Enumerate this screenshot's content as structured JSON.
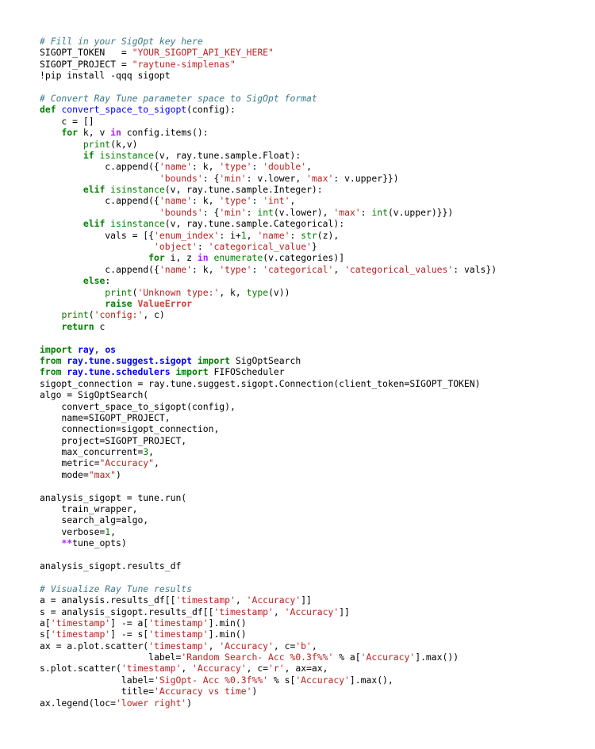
{
  "code": {
    "lines": [
      [
        [
          "comment",
          "# Fill in your SigOpt key here"
        ]
      ],
      [
        [
          "plain",
          "SIGOPT_TOKEN   = "
        ],
        [
          "str",
          "\"YOUR_SIGOPT_API_KEY_HERE\""
        ]
      ],
      [
        [
          "plain",
          "SIGOPT_PROJECT = "
        ],
        [
          "str",
          "\"raytune-simplenas\""
        ]
      ],
      [
        [
          "plain",
          "!pip install -qqq sigopt"
        ]
      ],
      [],
      [
        [
          "comment",
          "# Convert Ray Tune parameter space to SigOpt format"
        ]
      ],
      [
        [
          "kw",
          "def "
        ],
        [
          "fn",
          "convert_space_to_sigopt"
        ],
        [
          "plain",
          "(config):"
        ]
      ],
      [
        [
          "plain",
          "    c = []"
        ]
      ],
      [
        [
          "plain",
          "    "
        ],
        [
          "kw",
          "for"
        ],
        [
          "plain",
          " k, v "
        ],
        [
          "op",
          "in"
        ],
        [
          "plain",
          " config.items():"
        ]
      ],
      [
        [
          "plain",
          "        "
        ],
        [
          "builtin",
          "print"
        ],
        [
          "plain",
          "(k,v)"
        ]
      ],
      [
        [
          "plain",
          "        "
        ],
        [
          "kw",
          "if"
        ],
        [
          "plain",
          " "
        ],
        [
          "builtin",
          "isinstance"
        ],
        [
          "plain",
          "(v, ray.tune.sample.Float):"
        ]
      ],
      [
        [
          "plain",
          "            c.append({"
        ],
        [
          "str",
          "'name'"
        ],
        [
          "plain",
          ": k, "
        ],
        [
          "str",
          "'type'"
        ],
        [
          "plain",
          ": "
        ],
        [
          "str",
          "'double'"
        ],
        [
          "plain",
          ","
        ]
      ],
      [
        [
          "plain",
          "                      "
        ],
        [
          "str",
          "'bounds'"
        ],
        [
          "plain",
          ": {"
        ],
        [
          "str",
          "'min'"
        ],
        [
          "plain",
          ": v.lower, "
        ],
        [
          "str",
          "'max'"
        ],
        [
          "plain",
          ": v.upper}})"
        ]
      ],
      [
        [
          "plain",
          "        "
        ],
        [
          "kw",
          "elif"
        ],
        [
          "plain",
          " "
        ],
        [
          "builtin",
          "isinstance"
        ],
        [
          "plain",
          "(v, ray.tune.sample.Integer):"
        ]
      ],
      [
        [
          "plain",
          "            c.append({"
        ],
        [
          "str",
          "'name'"
        ],
        [
          "plain",
          ": k, "
        ],
        [
          "str",
          "'type'"
        ],
        [
          "plain",
          ": "
        ],
        [
          "str",
          "'int'"
        ],
        [
          "plain",
          ","
        ]
      ],
      [
        [
          "plain",
          "                      "
        ],
        [
          "str",
          "'bounds'"
        ],
        [
          "plain",
          ": {"
        ],
        [
          "str",
          "'min'"
        ],
        [
          "plain",
          ": "
        ],
        [
          "builtin",
          "int"
        ],
        [
          "plain",
          "(v.lower), "
        ],
        [
          "str",
          "'max'"
        ],
        [
          "plain",
          ": "
        ],
        [
          "builtin",
          "int"
        ],
        [
          "plain",
          "(v.upper)}})"
        ]
      ],
      [
        [
          "plain",
          "        "
        ],
        [
          "kw",
          "elif"
        ],
        [
          "plain",
          " "
        ],
        [
          "builtin",
          "isinstance"
        ],
        [
          "plain",
          "(v, ray.tune.sample.Categorical):"
        ]
      ],
      [
        [
          "plain",
          "            vals = [{"
        ],
        [
          "str",
          "'enum_index'"
        ],
        [
          "plain",
          ": i+"
        ],
        [
          "num",
          "1"
        ],
        [
          "plain",
          ", "
        ],
        [
          "str",
          "'name'"
        ],
        [
          "plain",
          ": "
        ],
        [
          "builtin",
          "str"
        ],
        [
          "plain",
          "(z),"
        ]
      ],
      [
        [
          "plain",
          "                     "
        ],
        [
          "str",
          "'object'"
        ],
        [
          "plain",
          ": "
        ],
        [
          "str",
          "'categorical_value'"
        ],
        [
          "plain",
          "}"
        ]
      ],
      [
        [
          "plain",
          "                    "
        ],
        [
          "kw",
          "for"
        ],
        [
          "plain",
          " i, z "
        ],
        [
          "op",
          "in"
        ],
        [
          "plain",
          " "
        ],
        [
          "builtin",
          "enumerate"
        ],
        [
          "plain",
          "(v.categories)]"
        ]
      ],
      [
        [
          "plain",
          "            c.append({"
        ],
        [
          "str",
          "'name'"
        ],
        [
          "plain",
          ": k, "
        ],
        [
          "str",
          "'type'"
        ],
        [
          "plain",
          ": "
        ],
        [
          "str",
          "'categorical'"
        ],
        [
          "plain",
          ", "
        ],
        [
          "str",
          "'categorical_values'"
        ],
        [
          "plain",
          ": vals})"
        ]
      ],
      [
        [
          "plain",
          "        "
        ],
        [
          "kw",
          "else"
        ],
        [
          "plain",
          ":"
        ]
      ],
      [
        [
          "plain",
          "            "
        ],
        [
          "builtin",
          "print"
        ],
        [
          "plain",
          "("
        ],
        [
          "str",
          "'Unknown type:'"
        ],
        [
          "plain",
          ", k, "
        ],
        [
          "builtin",
          "type"
        ],
        [
          "plain",
          "(v))"
        ]
      ],
      [
        [
          "plain",
          "            "
        ],
        [
          "kw",
          "raise"
        ],
        [
          "plain",
          " "
        ],
        [
          "exc",
          "ValueError"
        ]
      ],
      [
        [
          "plain",
          "    "
        ],
        [
          "builtin",
          "print"
        ],
        [
          "plain",
          "("
        ],
        [
          "str",
          "'config:'"
        ],
        [
          "plain",
          ", c)"
        ]
      ],
      [
        [
          "plain",
          "    "
        ],
        [
          "kw",
          "return"
        ],
        [
          "plain",
          " c"
        ]
      ],
      [],
      [
        [
          "kw",
          "import"
        ],
        [
          "plain",
          " "
        ],
        [
          "mod",
          "ray"
        ],
        [
          "plain",
          ", "
        ],
        [
          "mod",
          "os"
        ]
      ],
      [
        [
          "kw",
          "from"
        ],
        [
          "plain",
          " "
        ],
        [
          "mod",
          "ray.tune.suggest.sigopt"
        ],
        [
          "plain",
          " "
        ],
        [
          "kw",
          "import"
        ],
        [
          "plain",
          " SigOptSearch"
        ]
      ],
      [
        [
          "kw",
          "from"
        ],
        [
          "plain",
          " "
        ],
        [
          "mod",
          "ray.tune.schedulers"
        ],
        [
          "plain",
          " "
        ],
        [
          "kw",
          "import"
        ],
        [
          "plain",
          " FIFOScheduler"
        ]
      ],
      [
        [
          "plain",
          "sigopt_connection = ray.tune.suggest.sigopt.Connection(client_token=SIGOPT_TOKEN)"
        ]
      ],
      [
        [
          "plain",
          "algo = SigOptSearch("
        ]
      ],
      [
        [
          "plain",
          "    convert_space_to_sigopt(config),"
        ]
      ],
      [
        [
          "plain",
          "    name=SIGOPT_PROJECT,"
        ]
      ],
      [
        [
          "plain",
          "    connection=sigopt_connection,"
        ]
      ],
      [
        [
          "plain",
          "    project=SIGOPT_PROJECT,"
        ]
      ],
      [
        [
          "plain",
          "    max_concurrent="
        ],
        [
          "num",
          "3"
        ],
        [
          "plain",
          ","
        ]
      ],
      [
        [
          "plain",
          "    metric="
        ],
        [
          "str",
          "\"Accuracy\""
        ],
        [
          "plain",
          ","
        ]
      ],
      [
        [
          "plain",
          "    mode="
        ],
        [
          "str",
          "\"max\""
        ],
        [
          "plain",
          ")"
        ]
      ],
      [],
      [
        [
          "plain",
          "analysis_sigopt = tune.run("
        ]
      ],
      [
        [
          "plain",
          "    train_wrapper,"
        ]
      ],
      [
        [
          "plain",
          "    search_alg=algo,"
        ]
      ],
      [
        [
          "plain",
          "    verbose="
        ],
        [
          "num",
          "1"
        ],
        [
          "plain",
          ","
        ]
      ],
      [
        [
          "plain",
          "    "
        ],
        [
          "op",
          "**"
        ],
        [
          "plain",
          "tune_opts)"
        ]
      ],
      [],
      [
        [
          "plain",
          "analysis_sigopt.results_df"
        ]
      ],
      [],
      [
        [
          "comment",
          "# Visualize Ray Tune results"
        ]
      ],
      [
        [
          "plain",
          "a = analysis.results_df[["
        ],
        [
          "str",
          "'timestamp'"
        ],
        [
          "plain",
          ", "
        ],
        [
          "str",
          "'Accuracy'"
        ],
        [
          "plain",
          "]]"
        ]
      ],
      [
        [
          "plain",
          "s = analysis_sigopt.results_df[["
        ],
        [
          "str",
          "'timestamp'"
        ],
        [
          "plain",
          ", "
        ],
        [
          "str",
          "'Accuracy'"
        ],
        [
          "plain",
          "]]"
        ]
      ],
      [
        [
          "plain",
          "a["
        ],
        [
          "str",
          "'timestamp'"
        ],
        [
          "plain",
          "] -= a["
        ],
        [
          "str",
          "'timestamp'"
        ],
        [
          "plain",
          "].min()"
        ]
      ],
      [
        [
          "plain",
          "s["
        ],
        [
          "str",
          "'timestamp'"
        ],
        [
          "plain",
          "] -= s["
        ],
        [
          "str",
          "'timestamp'"
        ],
        [
          "plain",
          "].min()"
        ]
      ],
      [
        [
          "plain",
          "ax = a.plot.scatter("
        ],
        [
          "str",
          "'timestamp'"
        ],
        [
          "plain",
          ", "
        ],
        [
          "str",
          "'Accuracy'"
        ],
        [
          "plain",
          ", c="
        ],
        [
          "str",
          "'b'"
        ],
        [
          "plain",
          ","
        ]
      ],
      [
        [
          "plain",
          "                    label="
        ],
        [
          "str",
          "'Random Search- Acc %0.3f%%'"
        ],
        [
          "plain",
          " % a["
        ],
        [
          "str",
          "'Accuracy'"
        ],
        [
          "plain",
          "].max())"
        ]
      ],
      [
        [
          "plain",
          "s.plot.scatter("
        ],
        [
          "str",
          "'timestamp'"
        ],
        [
          "plain",
          ", "
        ],
        [
          "str",
          "'Accuracy'"
        ],
        [
          "plain",
          ", c="
        ],
        [
          "str",
          "'r'"
        ],
        [
          "plain",
          ", ax=ax,"
        ]
      ],
      [
        [
          "plain",
          "               label="
        ],
        [
          "str",
          "'SigOpt- Acc %0.3f%%'"
        ],
        [
          "plain",
          " % s["
        ],
        [
          "str",
          "'Accuracy'"
        ],
        [
          "plain",
          "].max(),"
        ]
      ],
      [
        [
          "plain",
          "               title="
        ],
        [
          "str",
          "'Accuracy vs time'"
        ],
        [
          "plain",
          ")"
        ]
      ],
      [
        [
          "plain",
          "ax.legend(loc="
        ],
        [
          "str",
          "'lower right'"
        ],
        [
          "plain",
          ")"
        ]
      ]
    ]
  }
}
